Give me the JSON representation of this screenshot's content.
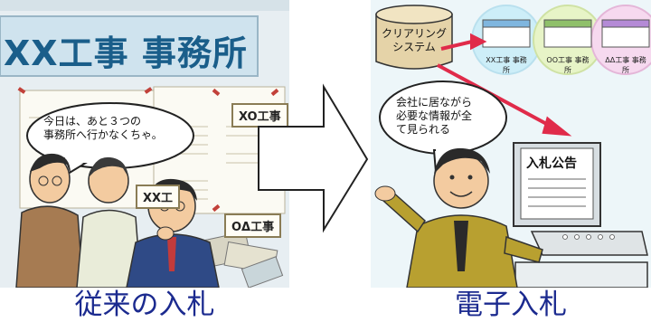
{
  "left": {
    "banner_title": "XX工事 事務所",
    "signs": [
      "XO工事",
      "XX工",
      "OΔ工事"
    ],
    "speech": "今日は、あと３つの\n事務所へ行かなくちゃ。",
    "caption": "従来の入札"
  },
  "right": {
    "database_label": "クリアリング\nシステム",
    "offices": [
      "XX工事 事務所",
      "OO工事 事務所",
      "ΔΔ工事 事務所"
    ],
    "speech": "会社に居ながら\n必要な情報が全\nて見られる",
    "notice_title": "入札公告",
    "caption": "電子入札"
  },
  "colors": {
    "caption_text": "#1b2a8f",
    "banner_text": "#1a5e8a",
    "arrow_link": "#e02b4a",
    "jacket": "#b8a030"
  }
}
